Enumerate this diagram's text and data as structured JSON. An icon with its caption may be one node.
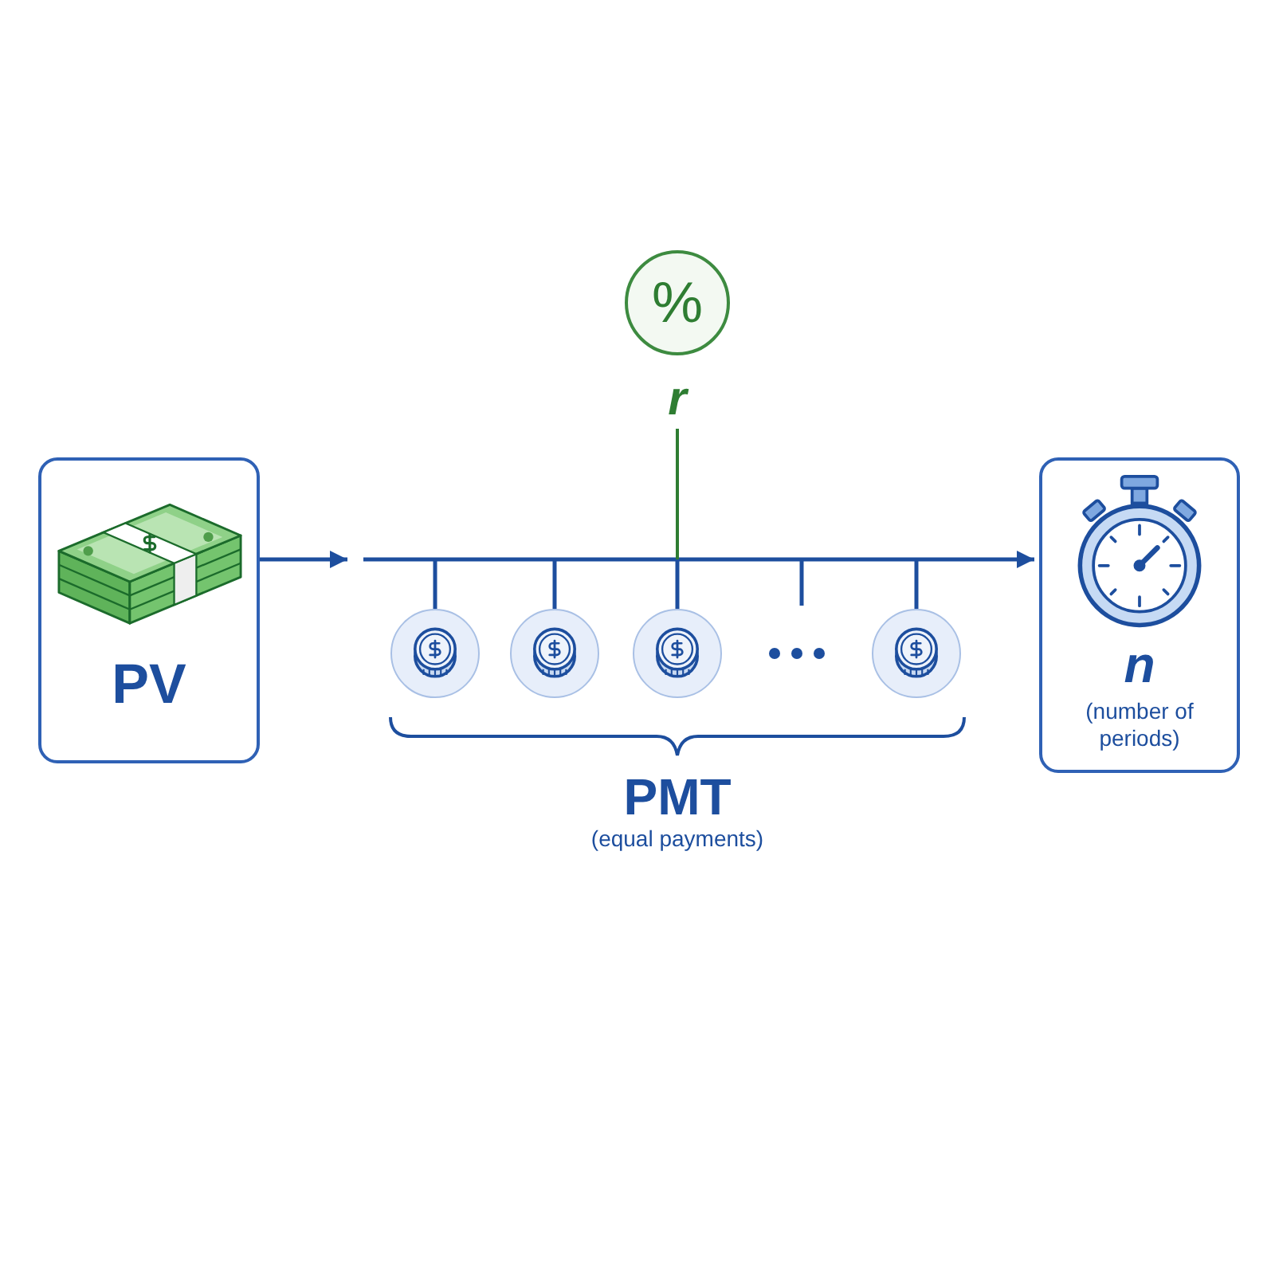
{
  "diagram": {
    "nodes": [
      {
        "text": [
          "%"
        ],
        "beside": [
          "r"
        ]
      },
      {
        "text": [
          "PV"
        ]
      },
      {
        "text": [
          "n",
          "(number of periods)"
        ]
      },
      {
        "text": [],
        "shape": "circle"
      },
      {
        "text": [],
        "shape": "circle"
      },
      {
        "text": [],
        "shape": "circle"
      },
      {
        "text": [],
        "shape": "circle"
      }
    ],
    "edges": [
      {
        "from": 1,
        "to": null,
        "arrow": "to"
      },
      {
        "from": null,
        "to": 2,
        "arrow": "to"
      },
      {
        "from": 0,
        "to": null,
        "arrow": "none",
        "color": "#2e7d32"
      },
      {
        "from": null,
        "to": 3,
        "arrow": "none"
      },
      {
        "from": null,
        "to": 4,
        "arrow": "none"
      },
      {
        "from": null,
        "to": 5,
        "arrow": "none"
      },
      {
        "from": null,
        "to": 6,
        "arrow": "none"
      }
    ],
    "labels": [
      "PMT",
      "(equal payments)"
    ]
  }
}
